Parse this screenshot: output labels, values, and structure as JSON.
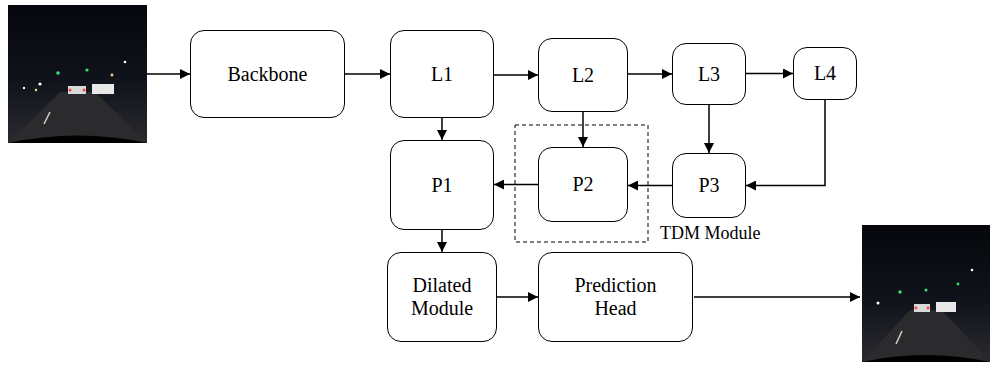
{
  "diagram": {
    "nodes": [
      {
        "text": [
          "Backbone"
        ]
      },
      {
        "text": [
          "L1"
        ]
      },
      {
        "text": [
          "L2"
        ]
      },
      {
        "text": [
          "L3"
        ]
      },
      {
        "text": [
          "L4"
        ]
      },
      {
        "text": [
          "P1"
        ]
      },
      {
        "text": [
          "P2"
        ]
      },
      {
        "text": [
          "P3"
        ]
      },
      {
        "text": [
          "Dilated Module"
        ]
      },
      {
        "text": [
          "Prediction Head"
        ]
      }
    ],
    "edges": [
      {
        "from": 0,
        "to": 1,
        "arrow": "to"
      },
      {
        "from": 1,
        "to": 2,
        "arrow": "to"
      },
      {
        "from": 2,
        "to": 3,
        "arrow": "to"
      },
      {
        "from": 3,
        "to": 4,
        "arrow": "to"
      },
      {
        "from": 1,
        "to": 5,
        "arrow": "to"
      },
      {
        "from": 2,
        "to": 6,
        "arrow": "to"
      },
      {
        "from": 3,
        "to": 7,
        "arrow": "to"
      },
      {
        "from": 4,
        "to": 7,
        "arrow": "to"
      },
      {
        "from": 7,
        "to": 6,
        "arrow": "to"
      },
      {
        "from": 6,
        "to": 5,
        "arrow": "to"
      },
      {
        "from": 5,
        "to": 8,
        "arrow": "to"
      },
      {
        "from": 8,
        "to": 9,
        "arrow": "to"
      }
    ],
    "labels": [
      "TDM Module"
    ]
  }
}
